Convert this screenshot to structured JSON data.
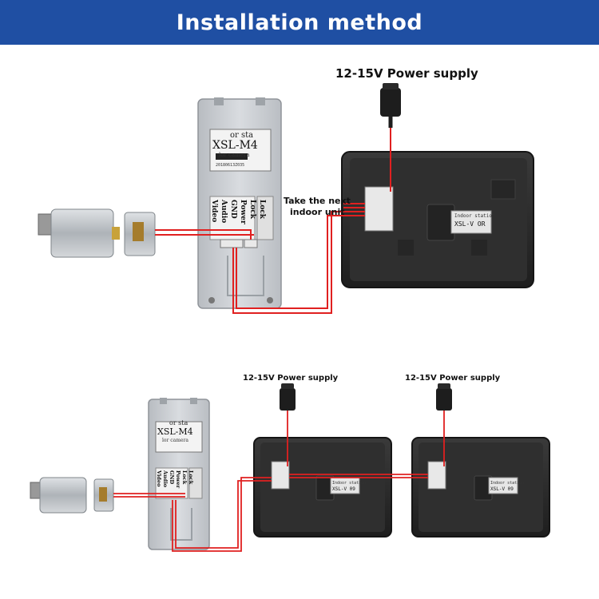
{
  "header": {
    "title": "Installation method"
  },
  "top_diagram": {
    "power_label": "12-15V Power supply",
    "next_unit_label_line1": "Take the next",
    "next_unit_label_line2": "indoor unit",
    "outdoor_station": {
      "model": "XSL-M4",
      "subtitle_top": "or sta",
      "subtitle": "lor camera",
      "serial": "20180613Z035",
      "terminals": [
        "Lock",
        "Lock",
        "Power",
        "GND",
        "Audio",
        "Video"
      ]
    },
    "monitor": {
      "model": "XSL-V OR",
      "label": "Indoor station"
    }
  },
  "bottom_diagram": {
    "power_label_1": "12-15V Power supply",
    "power_label_2": "12-15V Power supply",
    "outdoor_station": {
      "model": "XSL-M4",
      "subtitle_top": "or sta",
      "subtitle": "lor camera",
      "terminals": [
        "Lock",
        "Lock",
        "Power",
        "GND",
        "Audio",
        "Video"
      ]
    },
    "monitor_1": {
      "model": "XSL-V 09",
      "label": "Indoor station"
    },
    "monitor_2": {
      "model": "XSL-V 09",
      "label": "Indoor station"
    }
  },
  "colors": {
    "banner": "#1f4fa3",
    "wire": "#e02020",
    "device_dark": "#2b2b2b",
    "panel": "#c9ccd0"
  }
}
